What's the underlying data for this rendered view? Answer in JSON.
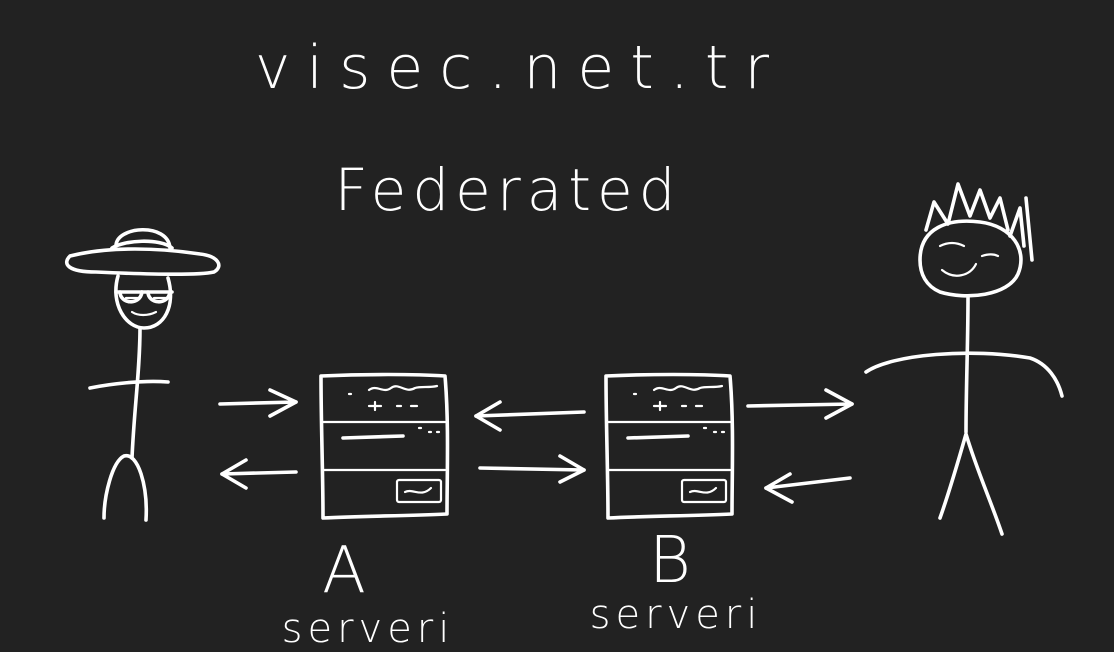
{
  "title": "visec.net.tr",
  "subtitle": "Federated",
  "servers": [
    {
      "letter": "A",
      "label": "serveri"
    },
    {
      "letter": "B",
      "label": "serveri"
    }
  ],
  "colors": {
    "background": "#222222",
    "ink": "#ffffff"
  }
}
